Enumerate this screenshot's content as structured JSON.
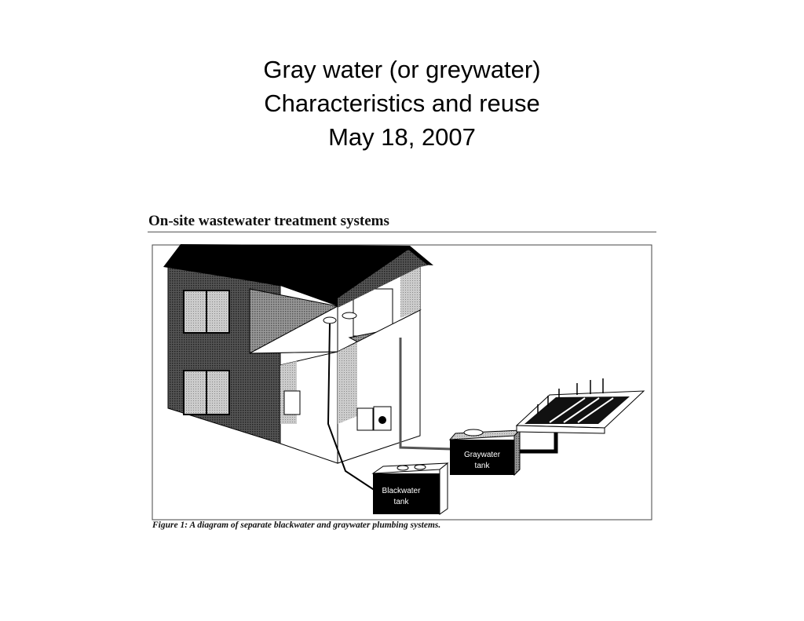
{
  "slide": {
    "title_lines": [
      "Gray water (or greywater)",
      "Characteristics and reuse",
      "May 18, 2007"
    ]
  },
  "figure": {
    "heading": "On-site wastewater treatment systems",
    "labels": {
      "graywater_tank": [
        "Graywater",
        "tank"
      ],
      "blackwater_tank": [
        "Blackwater",
        "tank"
      ]
    },
    "caption": "Figure 1:  A diagram of separate blackwater and graywater plumbing systems."
  }
}
